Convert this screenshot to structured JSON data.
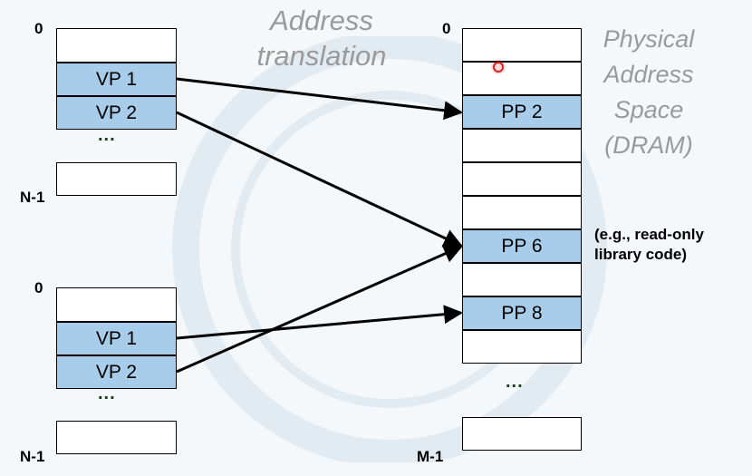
{
  "address_translation_label": [
    "Address",
    "translation"
  ],
  "physical_space_label": [
    "Physical",
    "Address",
    "Space",
    "(DRAM)"
  ],
  "virtual_space_1": {
    "top_label": "0",
    "bottom_label": "N-1",
    "pages": [
      "",
      "VP 1",
      "VP 2"
    ],
    "ellipsis": "..."
  },
  "virtual_space_2": {
    "top_label": "0",
    "bottom_label": "N-1",
    "pages": [
      "",
      "VP 1",
      "VP 2"
    ],
    "ellipsis": "..."
  },
  "physical_memory": {
    "top_label": "0",
    "bottom_label": "M-1",
    "pages": [
      "",
      "",
      "PP 2",
      "",
      "",
      "",
      "PP 6",
      "",
      "PP 8",
      ""
    ],
    "ellipsis": "..."
  },
  "note": [
    "(e.g., read-only",
    "library code)"
  ],
  "mappings": [
    {
      "from": "Space 1 VP 1",
      "to": "PP 2"
    },
    {
      "from": "Space 1 VP 2",
      "to": "PP 6"
    },
    {
      "from": "Space 2 VP 1",
      "to": "PP 8"
    },
    {
      "from": "Space 2 VP 2",
      "to": "PP 6"
    }
  ],
  "colors": {
    "page_fill": "#a7cdea",
    "arrow": "#000000",
    "title_text": "#9a9a9a",
    "pointer_dot": "#e02020"
  }
}
